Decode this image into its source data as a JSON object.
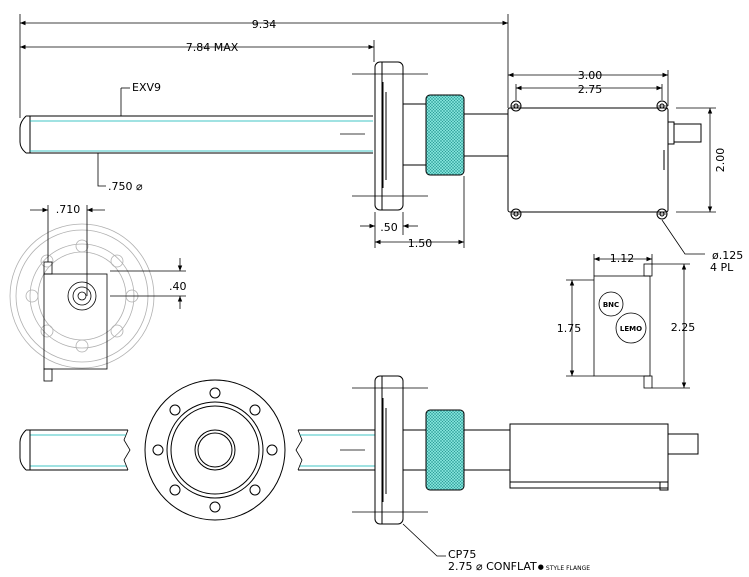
{
  "dimensions": {
    "overall_length": "9.34",
    "max_length": "7.84 MAX",
    "box_length": "3.00",
    "hole_spacing": "2.75",
    "box_height": "2.00",
    "flange_thickness": ".50",
    "knob_offset": "1.50",
    "hole_dia": "ø.125",
    "hole_count": "4 PL",
    "offset": ".710",
    "center_offset": ".40",
    "side_width": "1.12",
    "side_height_inner": "1.75",
    "side_height_outer": "2.25"
  },
  "labels": {
    "part_number": "EXV9",
    "tube_diameter": ".750 ⌀",
    "flange_model": "CP75",
    "flange_desc_prefix": "2.75 ⌀ CONFLAT",
    "flange_desc_suffix": "STYLE FLANGE",
    "bnc": "BNC",
    "lemo": "LEMO"
  },
  "colors": {
    "line": "#000000",
    "centerline": "#00b0b0",
    "knurl": "#7fe0d8",
    "ghost": "#b0b0b0"
  }
}
